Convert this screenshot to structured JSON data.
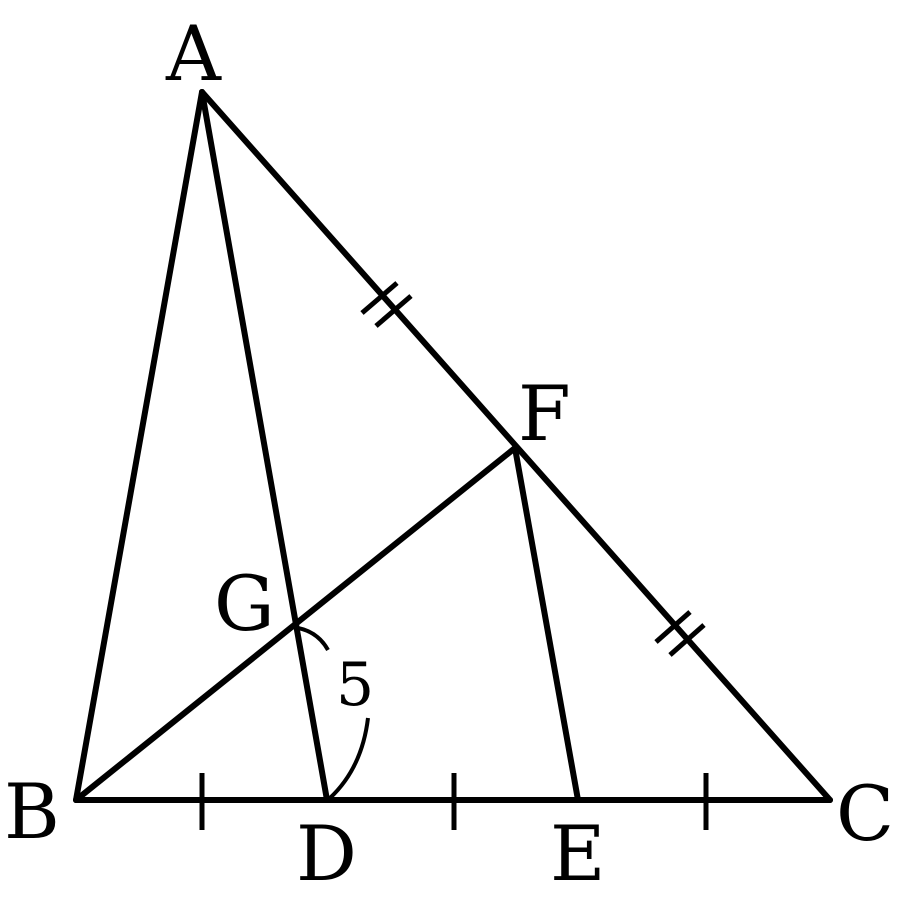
{
  "points": {
    "A": "A",
    "B": "B",
    "C": "C",
    "D": "D",
    "E": "E",
    "F": "F",
    "G": "G"
  },
  "measure_GD": "5"
}
